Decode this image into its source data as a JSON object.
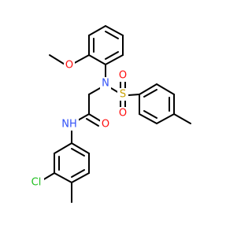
{
  "molecule": {
    "atoms": {
      "o_methoxy": {
        "label": "O",
        "color": "#ff0d0d"
      },
      "n_sulfonamide": {
        "label": "N",
        "color": "#3050f8"
      },
      "s_sulfonyl": {
        "label": "S",
        "color": "#c8a000"
      },
      "o_sulfonyl_top": {
        "label": "O",
        "color": "#ff0d0d"
      },
      "o_sulfonyl_bottom": {
        "label": "O",
        "color": "#ff0d0d"
      },
      "o_carbonyl": {
        "label": "O",
        "color": "#ff0d0d"
      },
      "nh_amide": {
        "label": "NH",
        "color": "#3050f8"
      },
      "cl": {
        "label": "Cl",
        "color": "#1fbf1f"
      }
    }
  }
}
